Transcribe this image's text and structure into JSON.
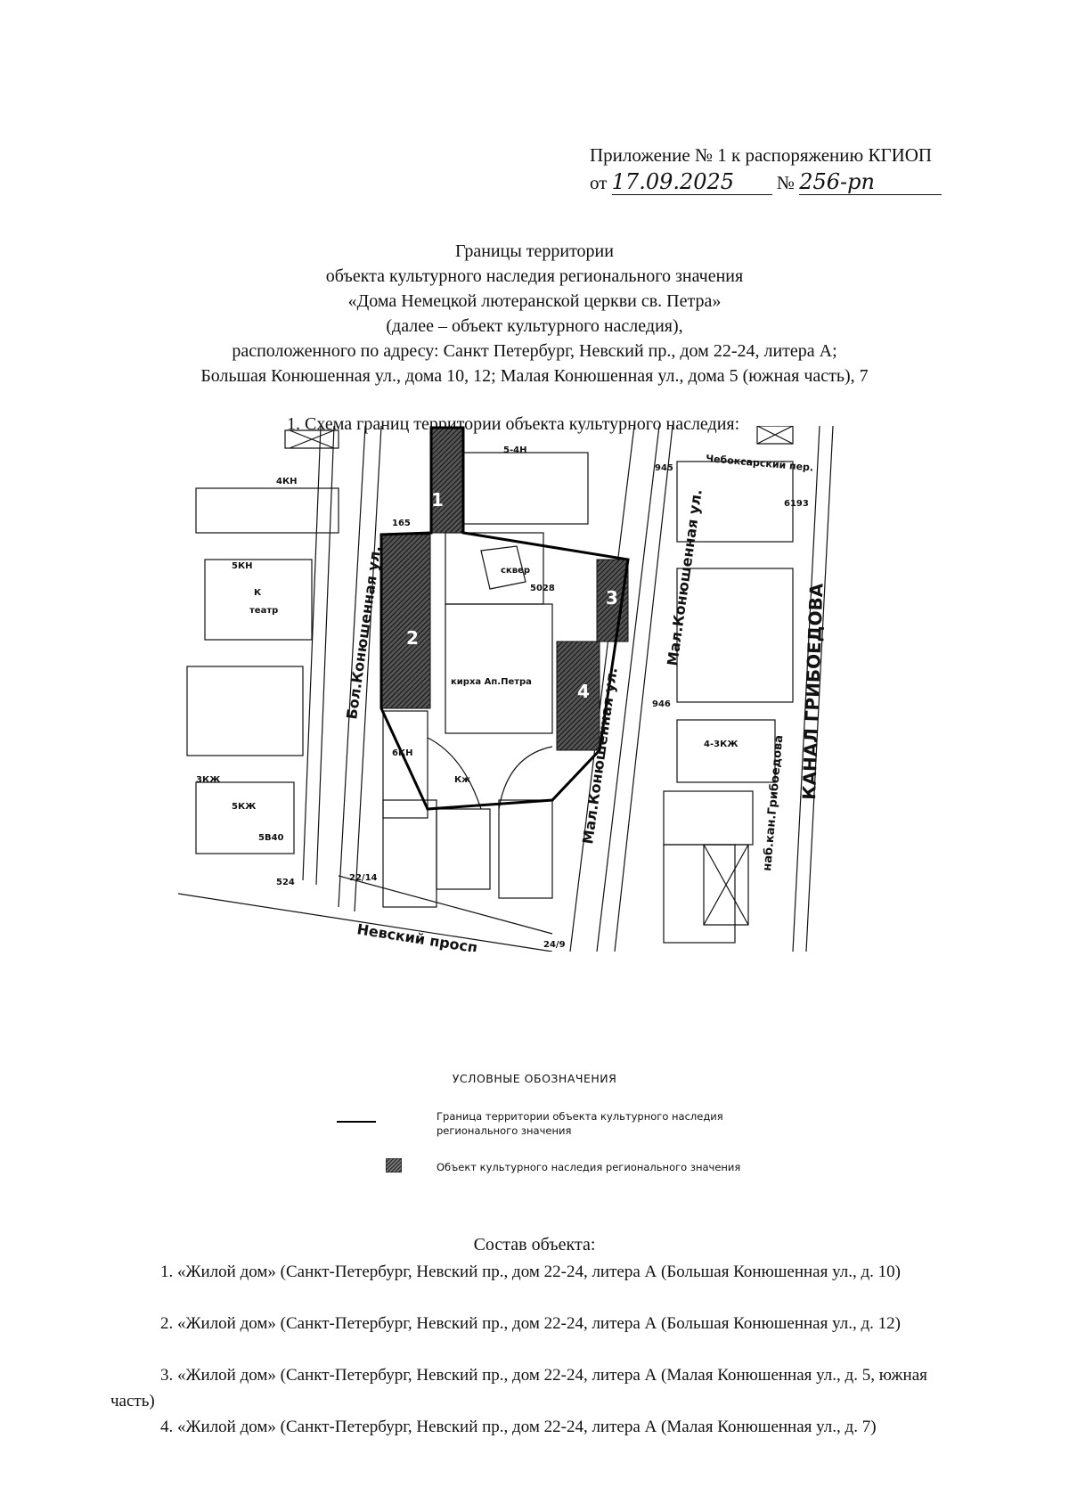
{
  "header": {
    "line1": "Приложение № 1 к распоряжению КГИОП",
    "date_prefix": "от",
    "date": "17.09.2025",
    "number_prefix": "№",
    "number": "256-рп"
  },
  "title": {
    "lines": [
      "Границы территории",
      "объекта культурного наследия регионального значения",
      "«Дома Немецкой лютеранской церкви св. Петра»",
      "(далее – объект культурного наследия),",
      "расположенного по адресу: Санкт Петербург, Невский пр., дом 22-24, литера А;",
      "Большая Конюшенная ул., дома 10, 12; Малая Конюшенная ул., дома 5 (южная часть), 7"
    ]
  },
  "section1": "1.   Схема границ территории объекта культурного наследия:",
  "map": {
    "streets": {
      "bolshaya": "Бол.Конюшенная ул.",
      "malaya_top": "Мал.Конюшенная ул.",
      "malaya_bottom": "Мал.Конюшенная ул.",
      "nevsky": "Невский просп",
      "canal": "КАНАЛ ГРИБОЕДОВА",
      "embankment": "наб.кан.Грибоедова",
      "chebok": "Чебоксарский пер."
    },
    "objects": [
      "1",
      "2",
      "3",
      "4"
    ],
    "labels": [
      "5КН",
      "К",
      "театр",
      "4КН",
      "6КН",
      "5КЖ",
      "Кж",
      "кирха Ап.Петра",
      "сквер",
      "5-4Н",
      "4-3КЖ",
      "3КЖ",
      "24/9",
      "22/14",
      "945",
      "946",
      "165",
      "5028",
      "6193",
      "524",
      "5В40"
    ],
    "hatch_color": "#3a3a3a"
  },
  "legend": {
    "title": "УСЛОВНЫЕ ОБОЗНАЧЕНИЯ",
    "items": [
      {
        "symbol": "line",
        "text": "Граница территории объекта культурного наследия регионального значения"
      },
      {
        "symbol": "hatch",
        "text": "Объект культурного наследия регионального значения"
      }
    ]
  },
  "composition": {
    "title": "Состав объекта:",
    "items": [
      "1. «Жилой дом» (Санкт-Петербург, Невский пр., дом 22-24, литера А (Большая Конюшенная ул., д. 10)",
      "2. «Жилой дом» (Санкт-Петербург, Невский пр., дом 22-24, литера А (Большая Конюшенная ул., д. 12)",
      "3. «Жилой дом» (Санкт-Петербург, Невский пр., дом 22-24, литера А (Малая Конюшенная ул., д. 5, южная часть)",
      "4. «Жилой дом» (Санкт-Петербург, Невский пр., дом 22-24, литера А (Малая Конюшенная ул., д. 7)"
    ]
  }
}
